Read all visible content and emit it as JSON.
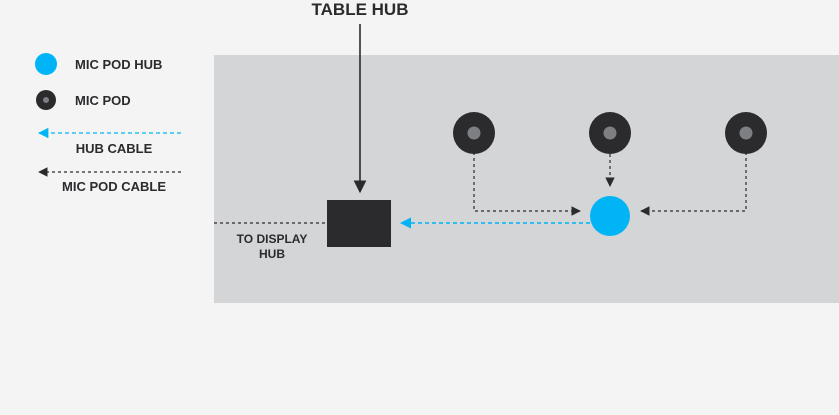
{
  "diagram": {
    "title": "TABLE HUB",
    "table_area_label_line1": "TO DISPLAY",
    "table_area_label_line2": "HUB",
    "legend": {
      "mic_pod_hub": "MIC POD HUB",
      "mic_pod": "MIC POD",
      "hub_cable": "HUB CABLE",
      "mic_pod_cable": "MIC POD CABLE"
    }
  },
  "colors": {
    "background": "#f4f4f4",
    "table_area": "#d4d5d7",
    "dark": "#2b2b2e",
    "hub_blue": "#00b4f5",
    "pod_center": "#7d7f82"
  },
  "icons": {
    "mic_pod_hub": "filled-blue-circle",
    "mic_pod": "dark-ring-with-gray-center",
    "table_hub": "dark-square"
  }
}
